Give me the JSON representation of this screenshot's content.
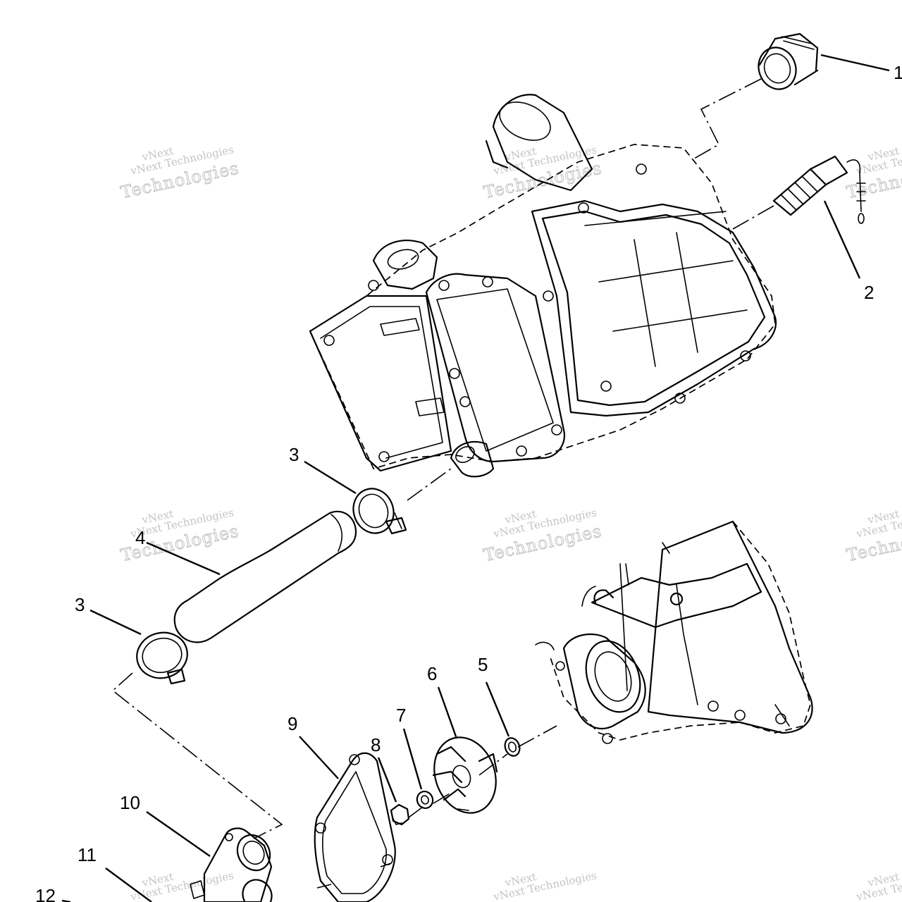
{
  "callouts": {
    "c1": "1",
    "c2": "2",
    "c3a": "3",
    "c3b": "3",
    "c4": "4",
    "c5": "5",
    "c6": "6",
    "c7": "7",
    "c8": "8",
    "c9": "9",
    "c10": "10",
    "c11": "11",
    "c12": "12"
  },
  "watermark": {
    "brand": "vNext",
    "company": "vNext Technologies",
    "word": "Technologies"
  },
  "colors": {
    "line": "#000000",
    "background": "#ffffff",
    "watermark": "#c4c4c4"
  }
}
